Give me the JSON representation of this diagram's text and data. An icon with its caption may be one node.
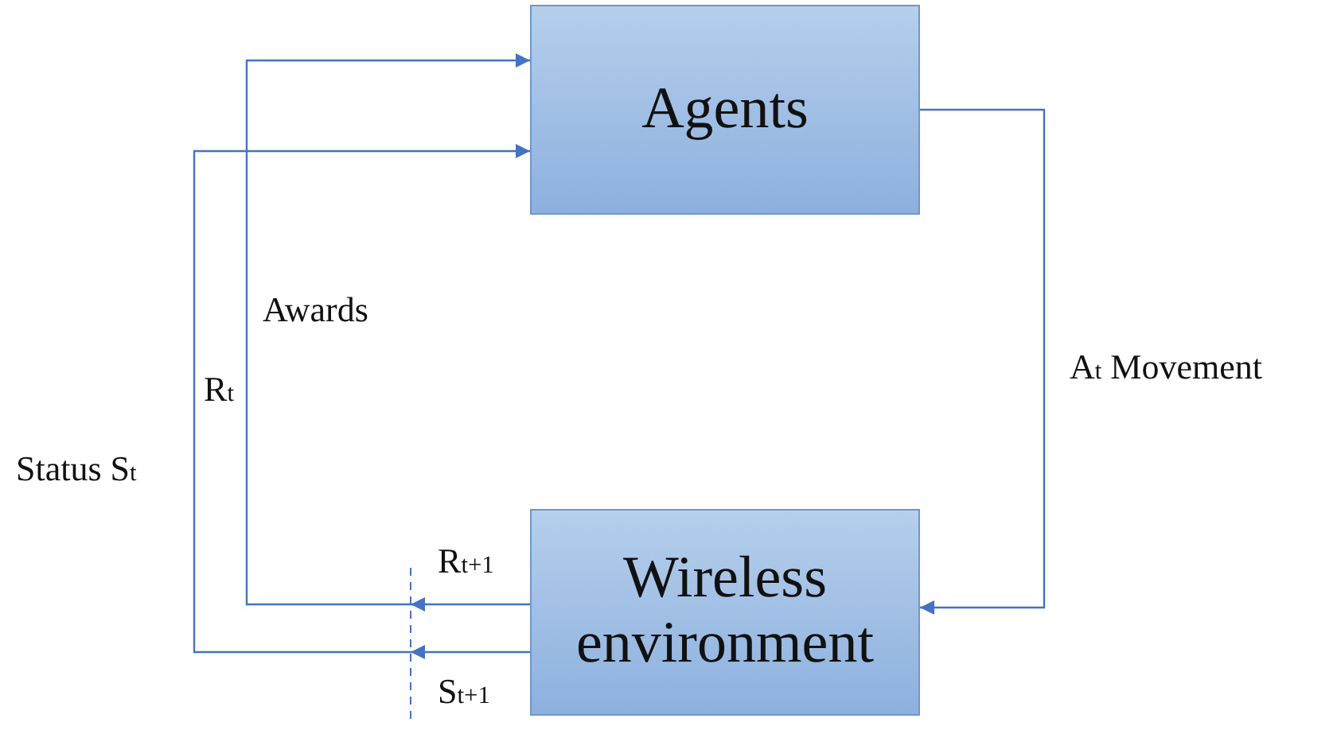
{
  "diagram": {
    "nodes": [
      {
        "text": [
          "Agents"
        ]
      },
      {
        "text": [
          "Wireless environment"
        ]
      }
    ],
    "edges": [
      {
        "from": 0,
        "to": 1,
        "arrow": "to",
        "label": "A$_{t}$ Movement"
      },
      {
        "from": 1,
        "to": 0,
        "arrow": "to"
      },
      {
        "from": 1,
        "to": 0,
        "arrow": "to"
      }
    ],
    "labels": [
      "Awards",
      "R$_{t}$",
      "Status S$_{t}$",
      "R$_{t+1}$",
      "S$_{t+1}$"
    ]
  }
}
